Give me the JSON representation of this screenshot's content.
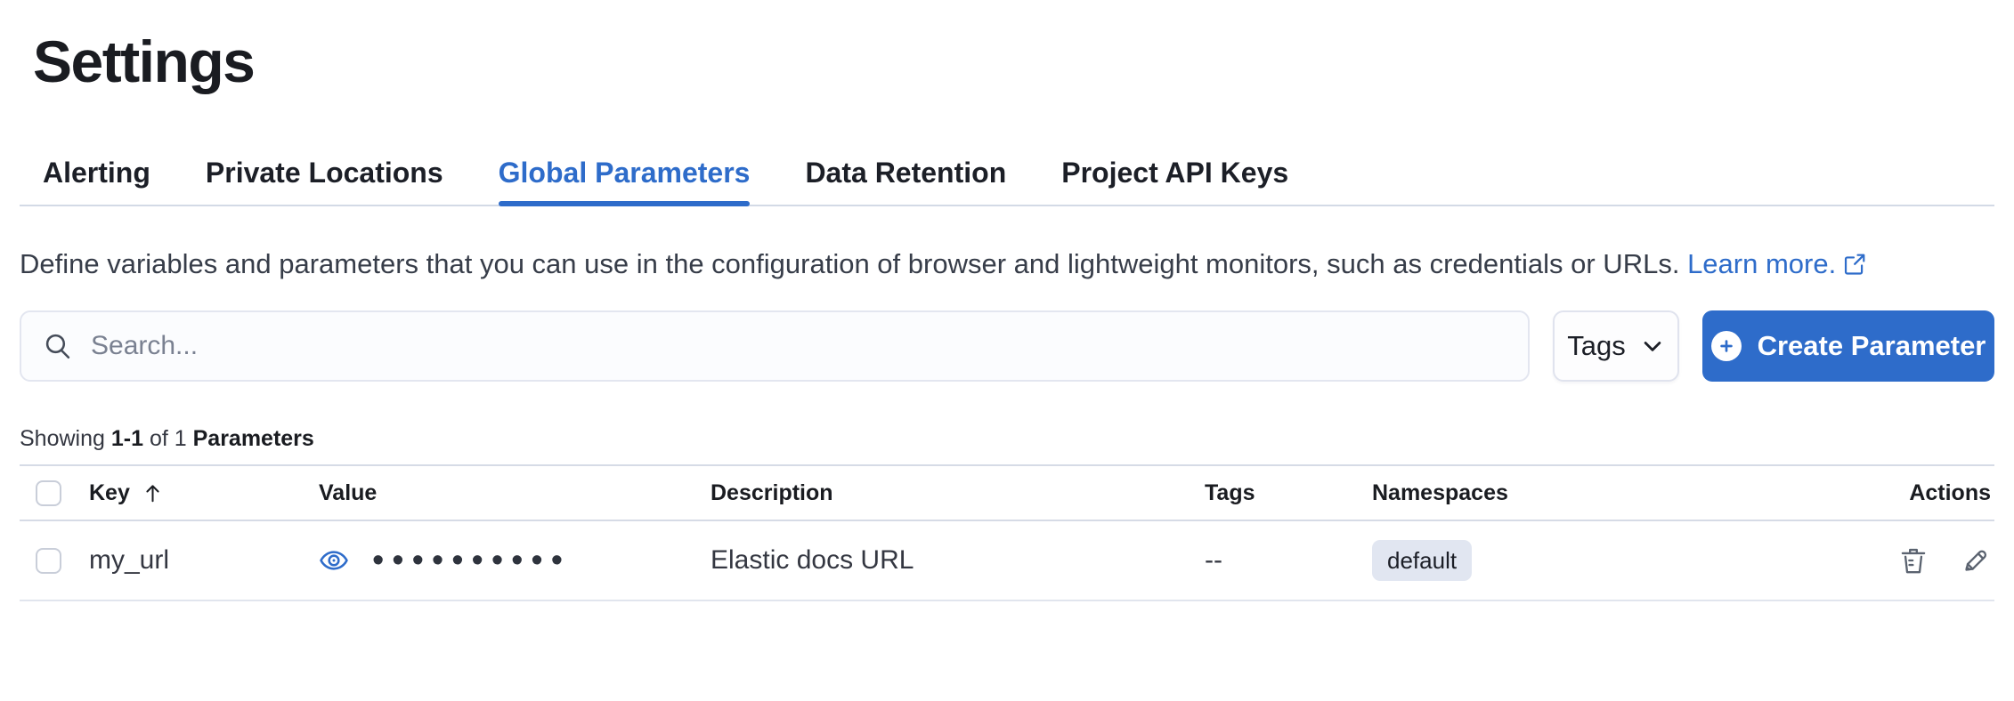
{
  "page": {
    "title": "Settings"
  },
  "tabs": {
    "items": [
      {
        "label": "Alerting",
        "active": false
      },
      {
        "label": "Private Locations",
        "active": false
      },
      {
        "label": "Global Parameters",
        "active": true
      },
      {
        "label": "Data Retention",
        "active": false
      },
      {
        "label": "Project API Keys",
        "active": false
      }
    ]
  },
  "description": {
    "text": "Define variables and parameters that you can use in the configuration of browser and lightweight monitors, such as credentials or URLs.",
    "link_label": "Learn more."
  },
  "toolbar": {
    "search_placeholder": "Search...",
    "tags_filter_label": "Tags",
    "create_button_label": "Create Parameter"
  },
  "summary": {
    "showing_label": "Showing",
    "range": "1-1",
    "of_label": "of 1",
    "entity_label": "Parameters"
  },
  "table": {
    "columns": {
      "key": "Key",
      "value": "Value",
      "description": "Description",
      "tags": "Tags",
      "namespaces": "Namespaces",
      "actions": "Actions"
    },
    "sort": {
      "column": "Key",
      "direction": "ascending"
    },
    "rows": [
      {
        "key": "my_url",
        "value_masked": "••••••••••",
        "description": "Elastic docs URL",
        "tags": "--",
        "namespace": "default"
      }
    ]
  },
  "colors": {
    "accent_blue": "#2e6cca",
    "badge_background": "#e1e6f1",
    "divider": "#d3dae6"
  }
}
